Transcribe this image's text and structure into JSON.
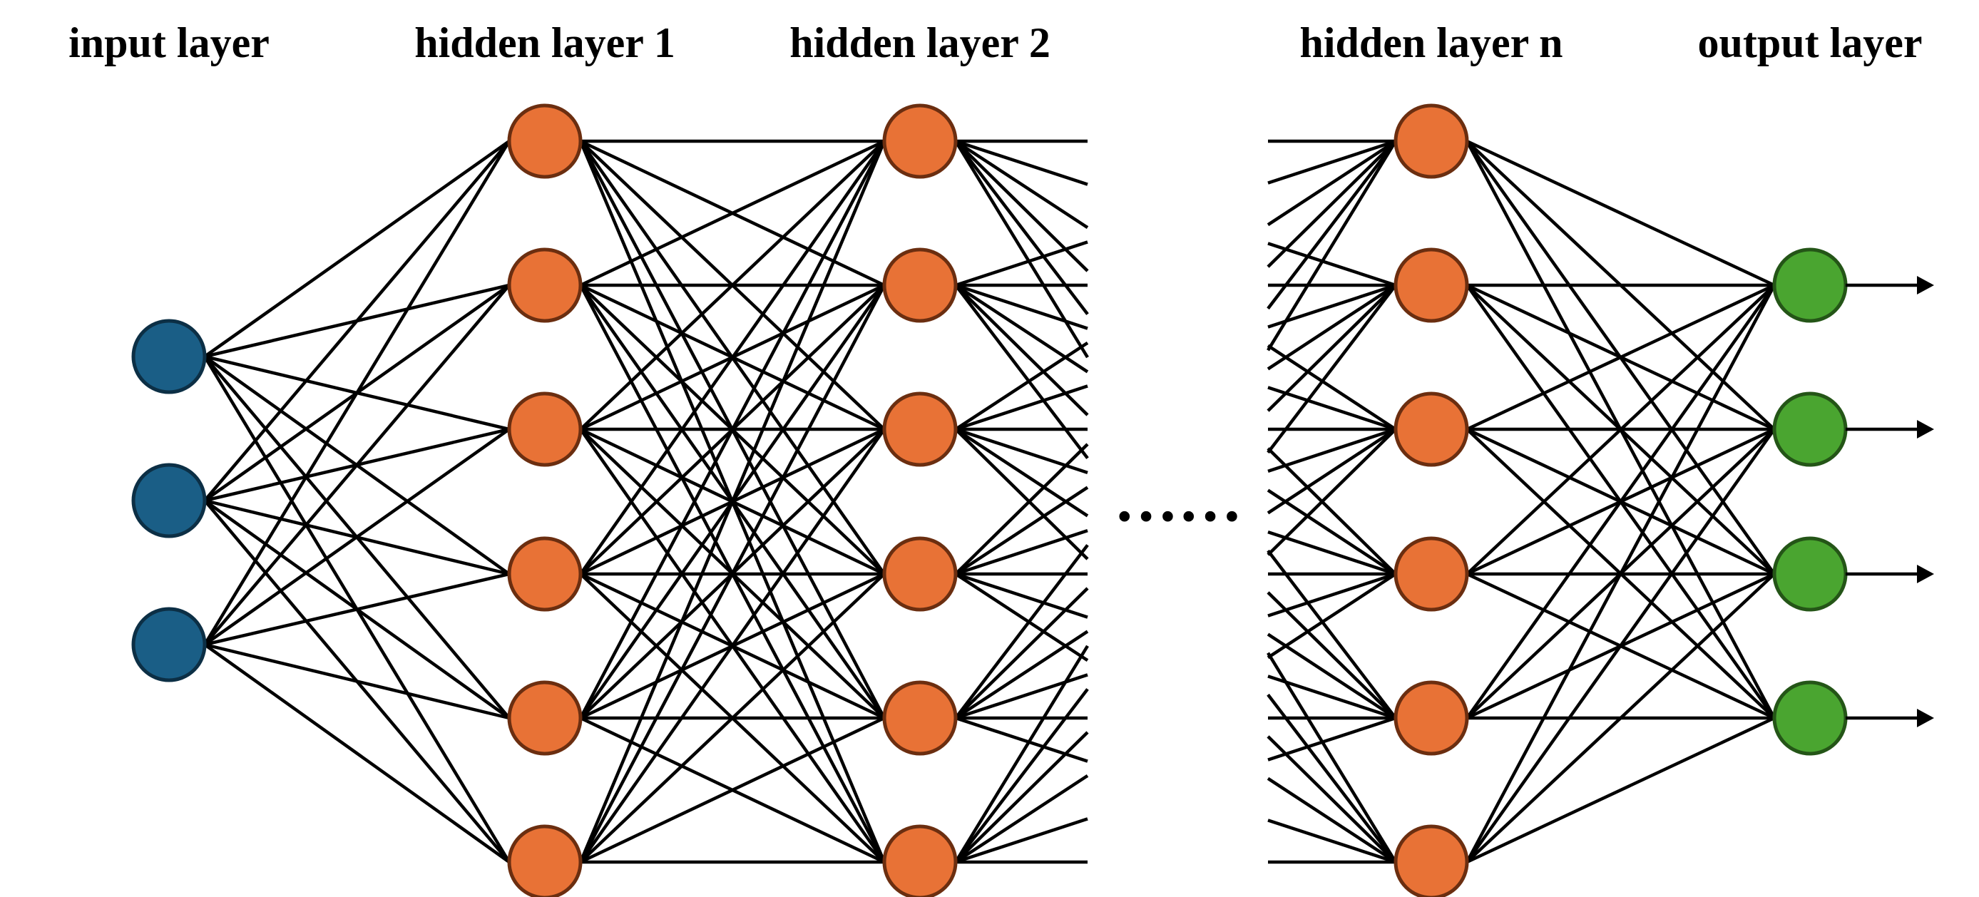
{
  "title": "",
  "layers": [
    {
      "label": "input layer",
      "nodes": 3,
      "color": "#1a5e86",
      "stroke": "#0c2f45"
    },
    {
      "label": "hidden layer 1",
      "nodes": 6,
      "color": "#e87236",
      "stroke": "#6b2e10"
    },
    {
      "label": "hidden layer 2",
      "nodes": 6,
      "color": "#e87236",
      "stroke": "#6b2e10"
    },
    {
      "label": "hidden layer n",
      "nodes": 6,
      "color": "#e87236",
      "stroke": "#6b2e10"
    },
    {
      "label": "output layer",
      "nodes": 4,
      "color": "#4aa530",
      "stroke": "#245517"
    }
  ],
  "ellipsis": "……",
  "edge_color": "#000000"
}
